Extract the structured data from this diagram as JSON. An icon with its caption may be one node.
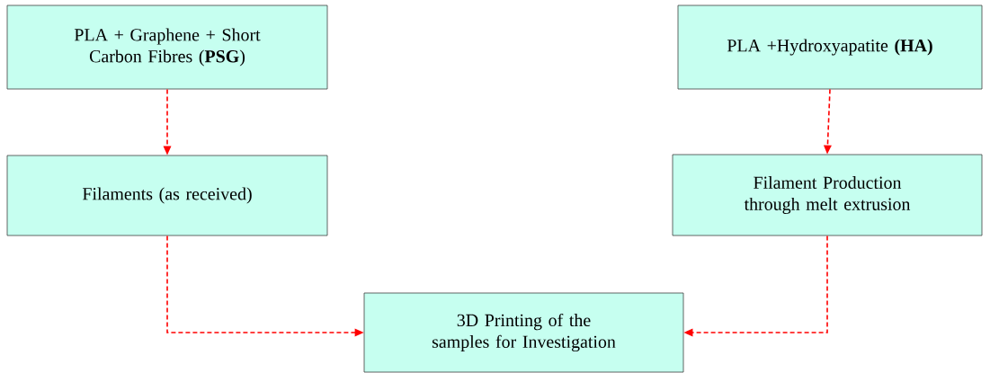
{
  "diagram": {
    "nodes": [
      {
        "text": [
          "PLA + Graphene + Short Carbon Fibres (**PSG**)"
        ]
      },
      {
        "text": [
          "PLA +Hydroxyapatite **(HA)**"
        ]
      },
      {
        "text": [
          "Filaments (as received)"
        ]
      },
      {
        "text": [
          "Filament Production through melt extrusion"
        ]
      },
      {
        "text": [
          "3D Printing of the samples for Investigation"
        ]
      }
    ],
    "edges": [
      {
        "from": 0,
        "to": 2,
        "arrow": "to",
        "style": "dashed",
        "color": "#ff0000"
      },
      {
        "from": 1,
        "to": 3,
        "arrow": "to",
        "style": "dashed",
        "color": "#ff0000"
      },
      {
        "from": 2,
        "to": 4,
        "arrow": "to",
        "style": "dashed",
        "color": "#ff0000"
      },
      {
        "from": 3,
        "to": 4,
        "arrow": "to",
        "style": "dashed",
        "color": "#ff0000"
      }
    ]
  }
}
